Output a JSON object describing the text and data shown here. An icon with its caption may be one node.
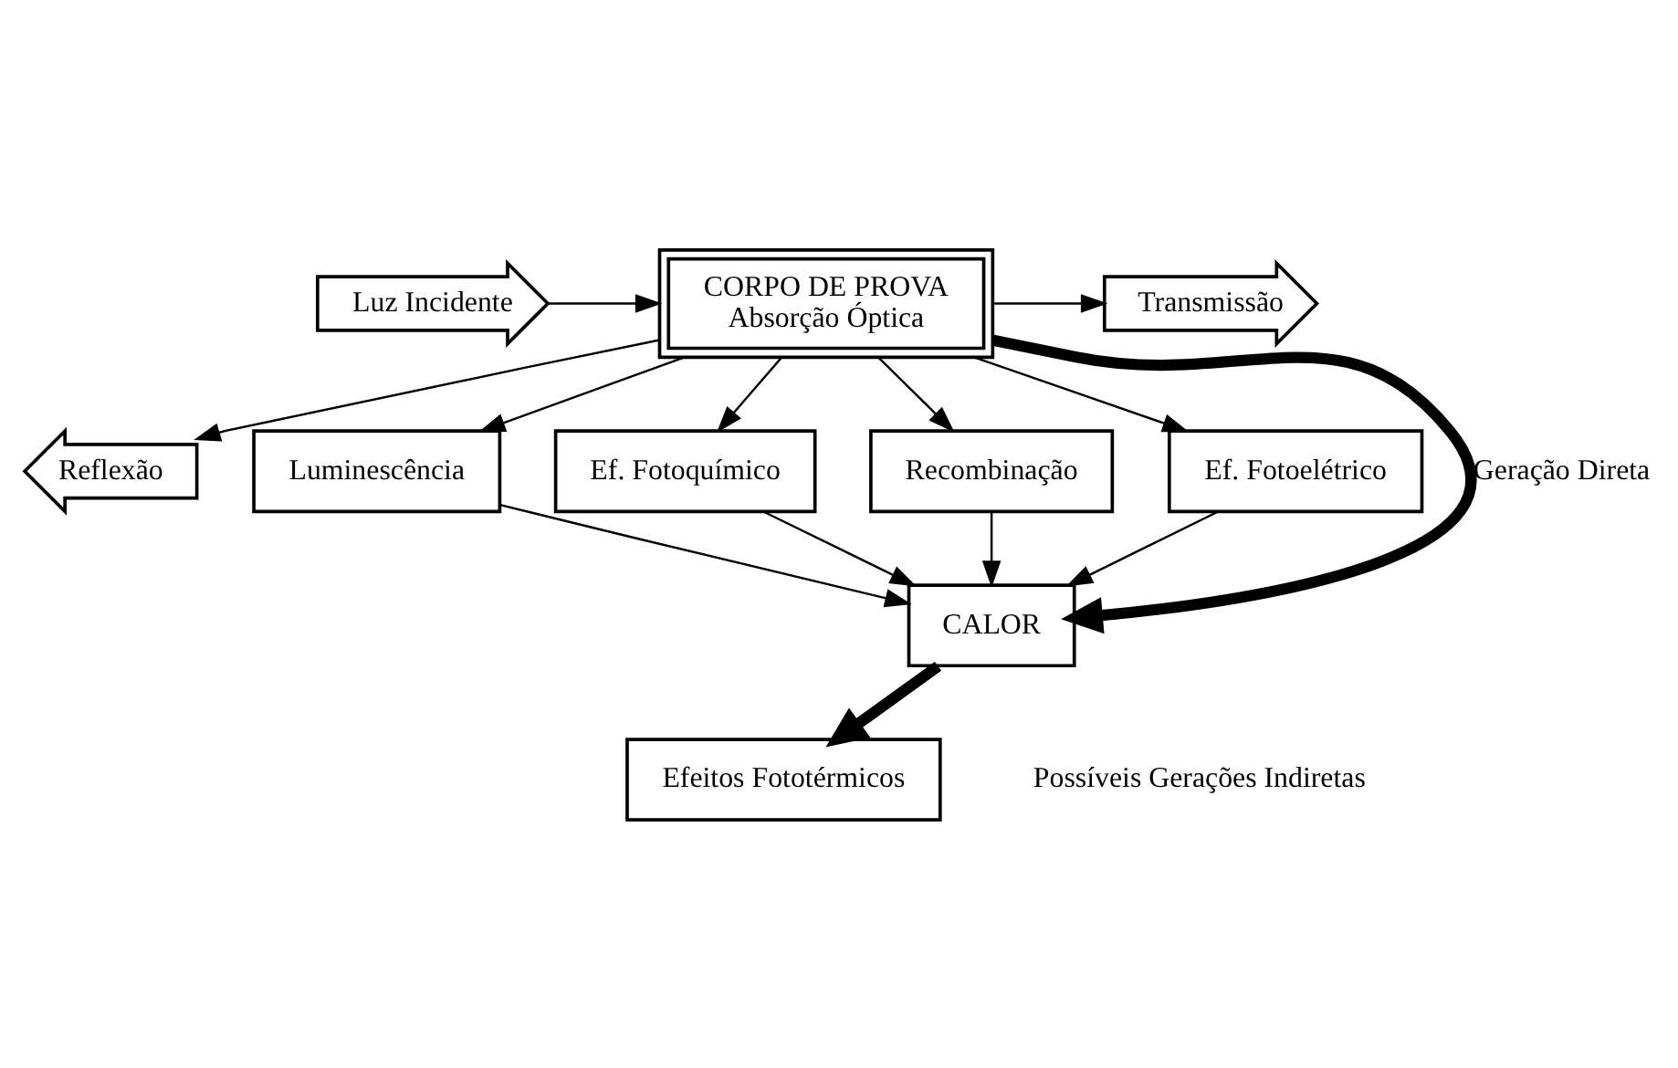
{
  "diagram": {
    "nodes": [
      {
        "text": [
          "CORPO DE PROVA",
          "Absorção Óptica"
        ]
      },
      {
        "text": [
          "Luz Incidente"
        ]
      },
      {
        "text": [
          "Reflexão"
        ]
      },
      {
        "text": [
          "Transmissão"
        ]
      },
      {
        "text": [
          "Luminescência"
        ]
      },
      {
        "text": [
          "Ef. Fotoquímico"
        ]
      },
      {
        "text": [
          "Recombinação"
        ]
      },
      {
        "text": [
          "Ef. Fotoelétrico"
        ]
      },
      {
        "text": [
          "CALOR"
        ]
      },
      {
        "text": [
          "Efeitos Fototérmicos"
        ]
      }
    ],
    "edges": [
      {
        "from": 1,
        "to": 0,
        "arrow": "to"
      },
      {
        "from": 0,
        "to": 2,
        "arrow": "to"
      },
      {
        "from": 0,
        "to": 3,
        "arrow": "to"
      },
      {
        "from": 0,
        "to": 8,
        "arrow": "to",
        "label": "Geração Direta",
        "style": "thick"
      },
      {
        "from": 0,
        "to": 4,
        "arrow": "to"
      },
      {
        "from": 0,
        "to": 5,
        "arrow": "to"
      },
      {
        "from": 0,
        "to": 6,
        "arrow": "to"
      },
      {
        "from": 0,
        "to": 7,
        "arrow": "to"
      },
      {
        "from": 4,
        "to": 8,
        "arrow": "to"
      },
      {
        "from": 5,
        "to": 8,
        "arrow": "to"
      },
      {
        "from": 6,
        "to": 8,
        "arrow": "to"
      },
      {
        "from": 7,
        "to": 8,
        "arrow": "to"
      },
      {
        "from": 8,
        "to": 9,
        "arrow": "to",
        "style": "thick"
      }
    ],
    "labels": [
      "Possíveis Gerações Indiretas"
    ]
  }
}
